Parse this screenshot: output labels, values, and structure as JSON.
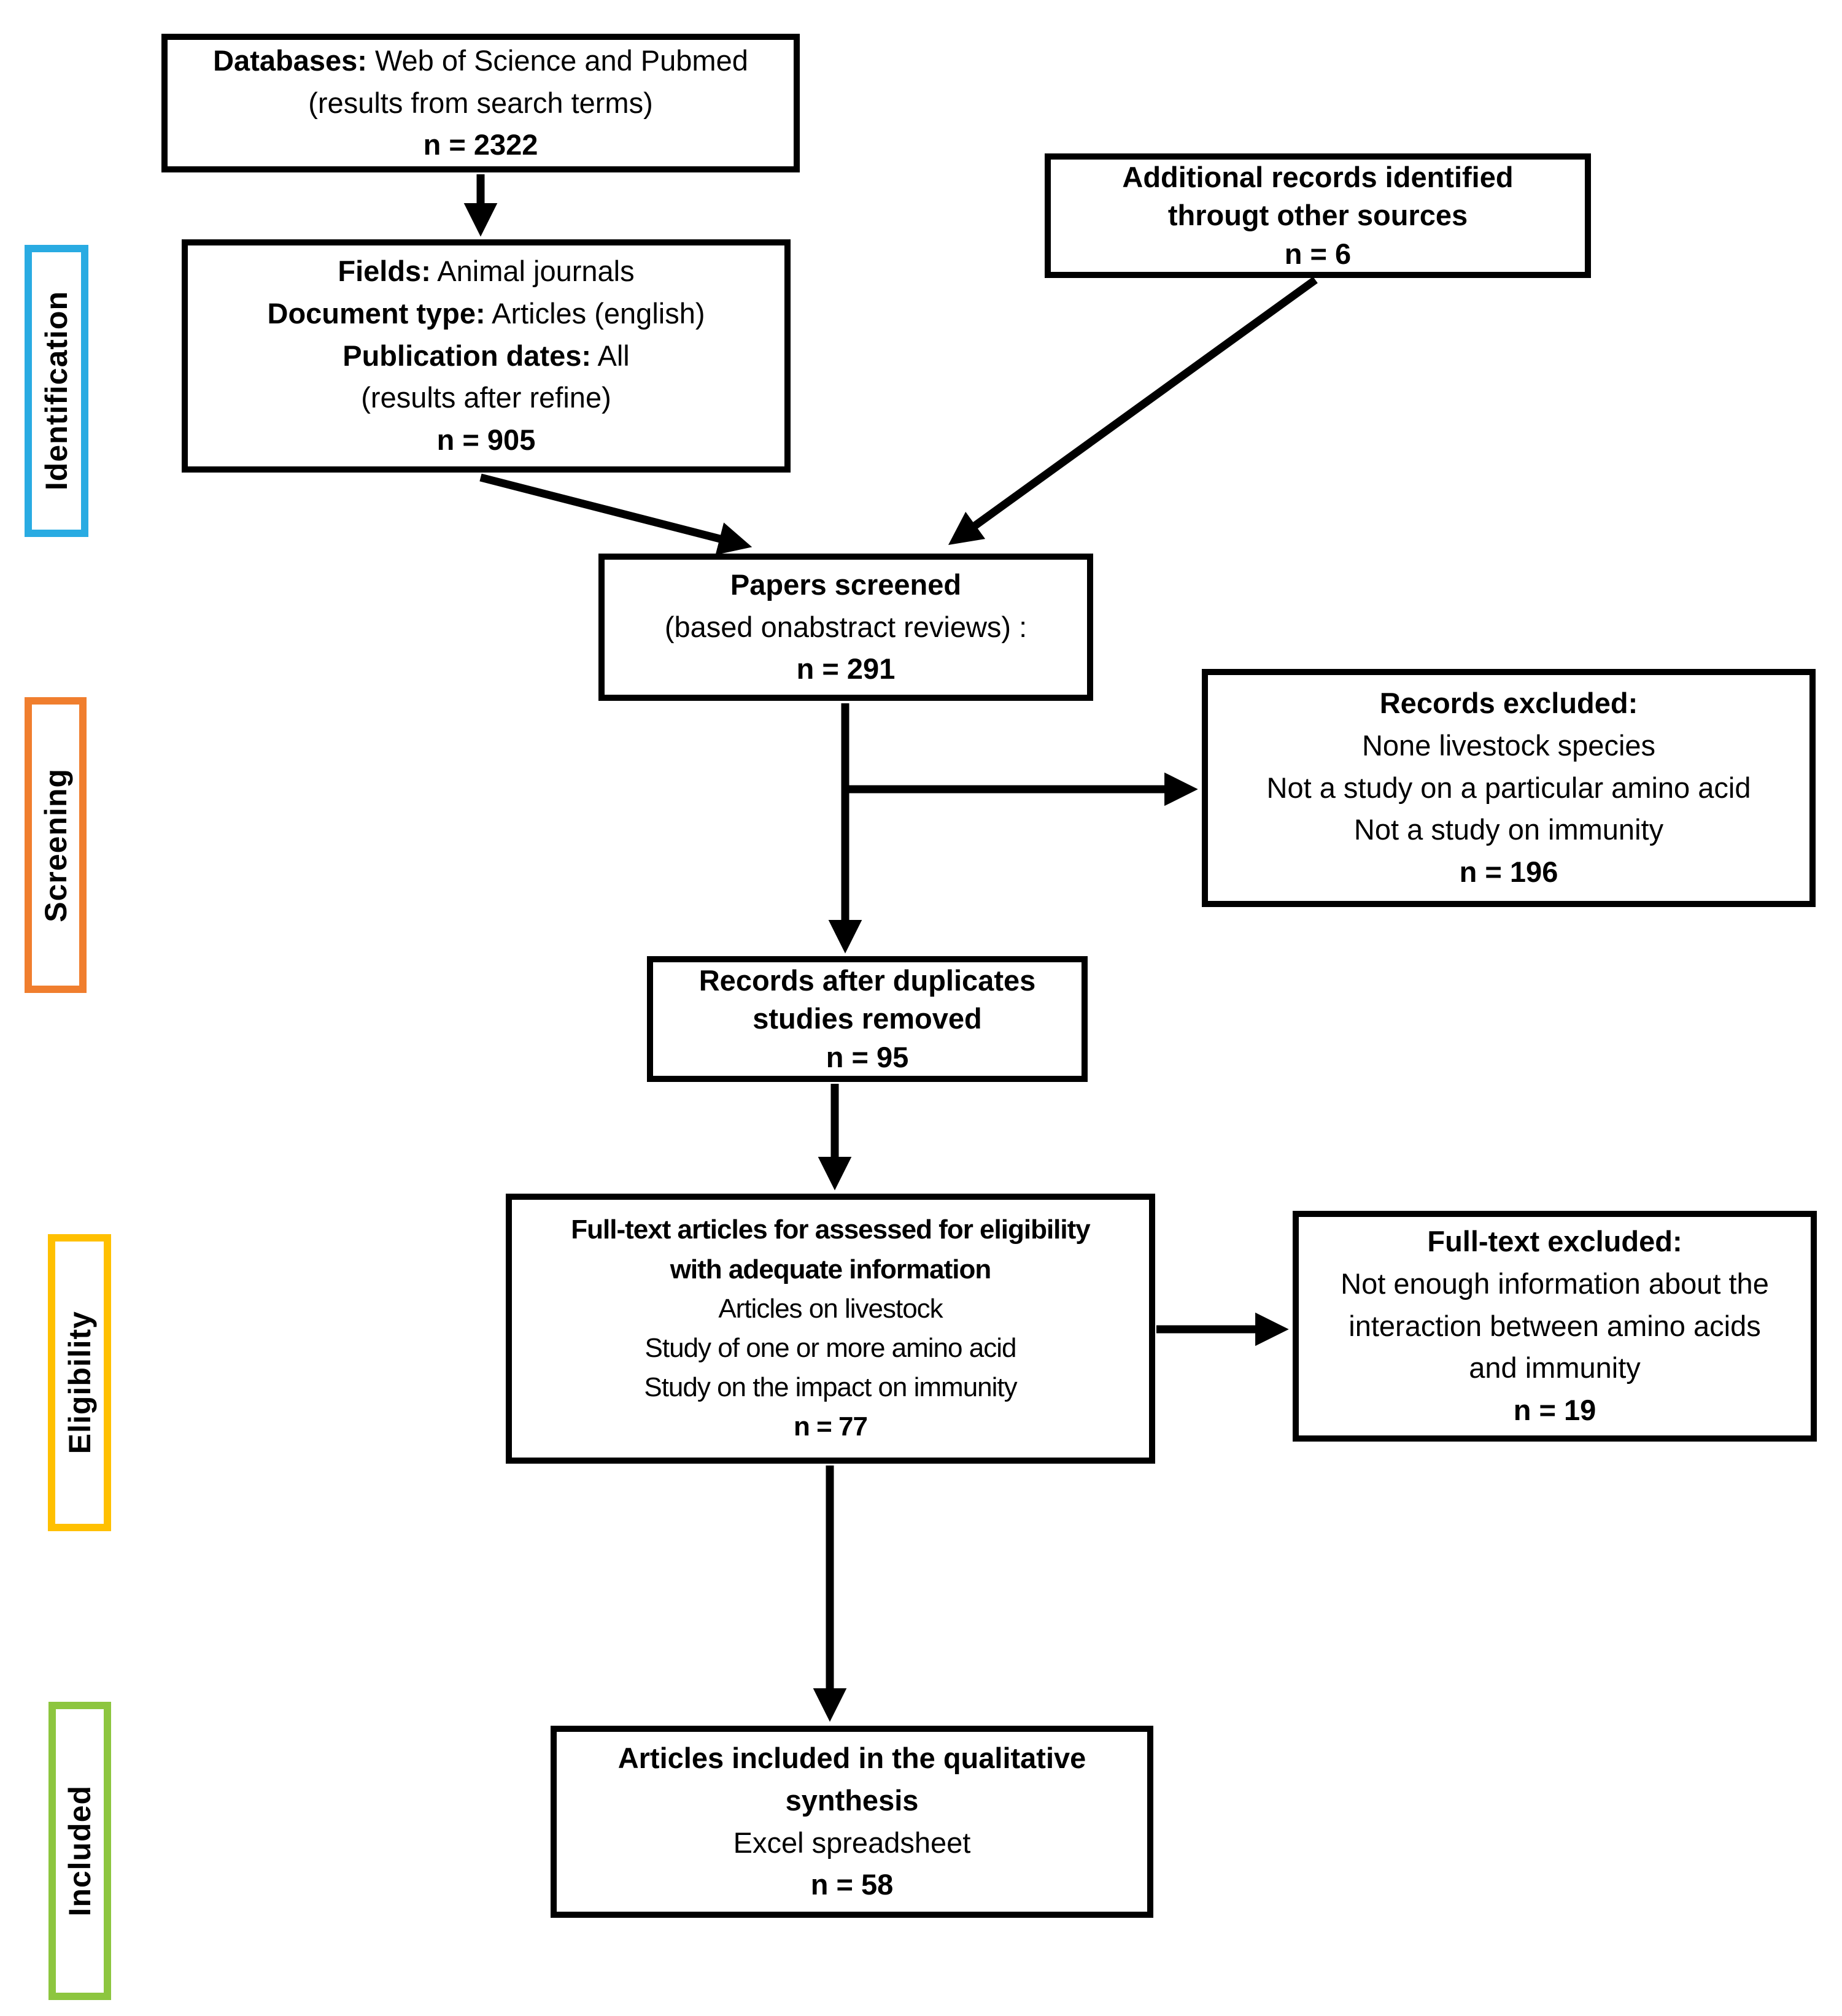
{
  "colors": {
    "box_border": "#000000",
    "arrow": "#000000",
    "identification": "#29ABE2",
    "screening": "#F07E2E",
    "eligibility": "#FFC000",
    "included": "#8DC63F"
  },
  "stages": {
    "identification": "Identification",
    "screening": "Screening",
    "eligibility": "Eligibility",
    "included": "Included"
  },
  "boxes": {
    "databases": {
      "l1_label": "Databases:",
      "l1_rest": " Web of Science and Pubmed",
      "l2": "(results from search terms)",
      "n": "n = 2322"
    },
    "refine": {
      "l1_label": "Fields:",
      "l1_rest": " Animal journals",
      "l2_label": "Document type:",
      "l2_rest": " Articles (english)",
      "l3_label": "Publication dates:",
      "l3_rest": " All",
      "l4": "(results after refine)",
      "n": "n = 905"
    },
    "additional": {
      "l1": "Additional records identified",
      "l2": "througt other sources",
      "n": "n = 6"
    },
    "screened": {
      "l1": "Papers screened",
      "l2": "(based onabstract reviews) :",
      "n": "n = 291"
    },
    "records_excluded": {
      "l1": "Records excluded:",
      "l2": "None livestock species",
      "l3": "Not a study on a particular amino acid",
      "l4": "Not a study on immunity",
      "n": "n = 196"
    },
    "duplicates": {
      "l1": "Records after duplicates",
      "l2": "studies removed",
      "n": "n = 95"
    },
    "fulltext": {
      "l1": "Full-text articles for assessed for eligibility",
      "l2": "with adequate information",
      "l3": "Articles on livestock",
      "l4": "Study of one or more amino acid",
      "l5": "Study on the impact on immunity",
      "n": "n = 77"
    },
    "fulltext_excluded": {
      "l1": "Full-text excluded:",
      "l2": "Not enough information about the",
      "l3": "interaction between amino acids",
      "l4": "and immunity",
      "n": "n = 19"
    },
    "included_articles": {
      "l1": "Articles included in the qualitative",
      "l2": "synthesis",
      "l3": "Excel spreadsheet",
      "n": "n = 58"
    }
  }
}
